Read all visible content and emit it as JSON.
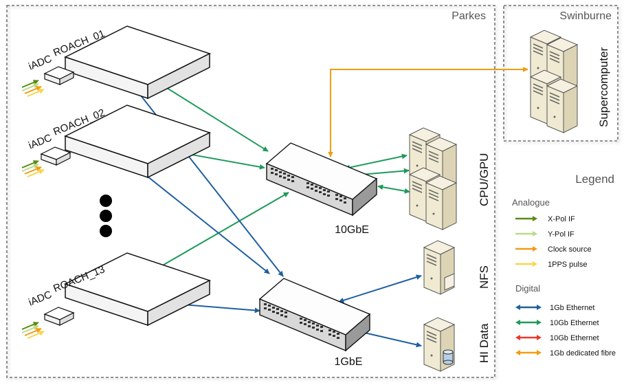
{
  "regions": {
    "parkes": "Parkes",
    "swinburne": "Swinburne"
  },
  "devices": {
    "roach_01": "ROACH_01",
    "roach_02": "ROACH_02",
    "roach_13": "ROACH_13",
    "iadc": "iADC",
    "switch_10gbe": "10GbE",
    "switch_1gbe": "1GbE",
    "cpu_gpu": "CPU/GPU",
    "nfs": "NFS",
    "hi_data": "HI Data",
    "supercomputer": "Supercomputer"
  },
  "legend": {
    "title": "Legend",
    "analogue_heading": "Analogue",
    "digital_heading": "Digital",
    "analogue_items": [
      {
        "label": "X-Pol IF",
        "color": "#5a8a12",
        "style": "single"
      },
      {
        "label": "Y-Pol IF",
        "color": "#b9dc8a",
        "style": "single"
      },
      {
        "label": "Clock source",
        "color": "#f39c12",
        "style": "single"
      },
      {
        "label": "1PPS pulse",
        "color": "#f6d64a",
        "style": "single"
      }
    ],
    "digital_items": [
      {
        "label": "1Gb Ethernet",
        "color": "#1f5fa0",
        "style": "double"
      },
      {
        "label": "10Gb Ethernet",
        "color": "#1f9a5a",
        "style": "double"
      },
      {
        "label": "10Gb Ethernet",
        "color": "#e8382a",
        "style": "double"
      },
      {
        "label": "1Gb dedicated fibre",
        "color": "#f39c12",
        "style": "double"
      }
    ]
  },
  "colors": {
    "gbe1": "#1f5fa0",
    "gbe10": "#1f9a5a",
    "fibre": "#f39c12",
    "xpol": "#5a8a12",
    "ypol": "#b9dc8a",
    "pps": "#f6d64a"
  }
}
